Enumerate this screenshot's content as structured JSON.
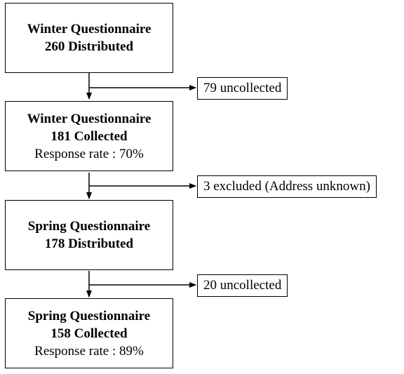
{
  "nodes": [
    {
      "id": "winter-distributed",
      "title": "Winter Questionnaire",
      "count": "260 Distributed",
      "note": ""
    },
    {
      "id": "winter-collected",
      "title": "Winter Questionnaire",
      "count": "181 Collected",
      "note": "Response rate : 70%"
    },
    {
      "id": "spring-distributed",
      "title": "Spring Questionnaire",
      "count": "178 Distributed",
      "note": ""
    },
    {
      "id": "spring-collected",
      "title": "Spring Questionnaire",
      "count": "158 Collected",
      "note": "Response rate : 89%"
    }
  ],
  "exits": [
    {
      "label": "79 uncollected"
    },
    {
      "label": "3 excluded (Address unknown)"
    },
    {
      "label": "20 uncollected"
    }
  ]
}
